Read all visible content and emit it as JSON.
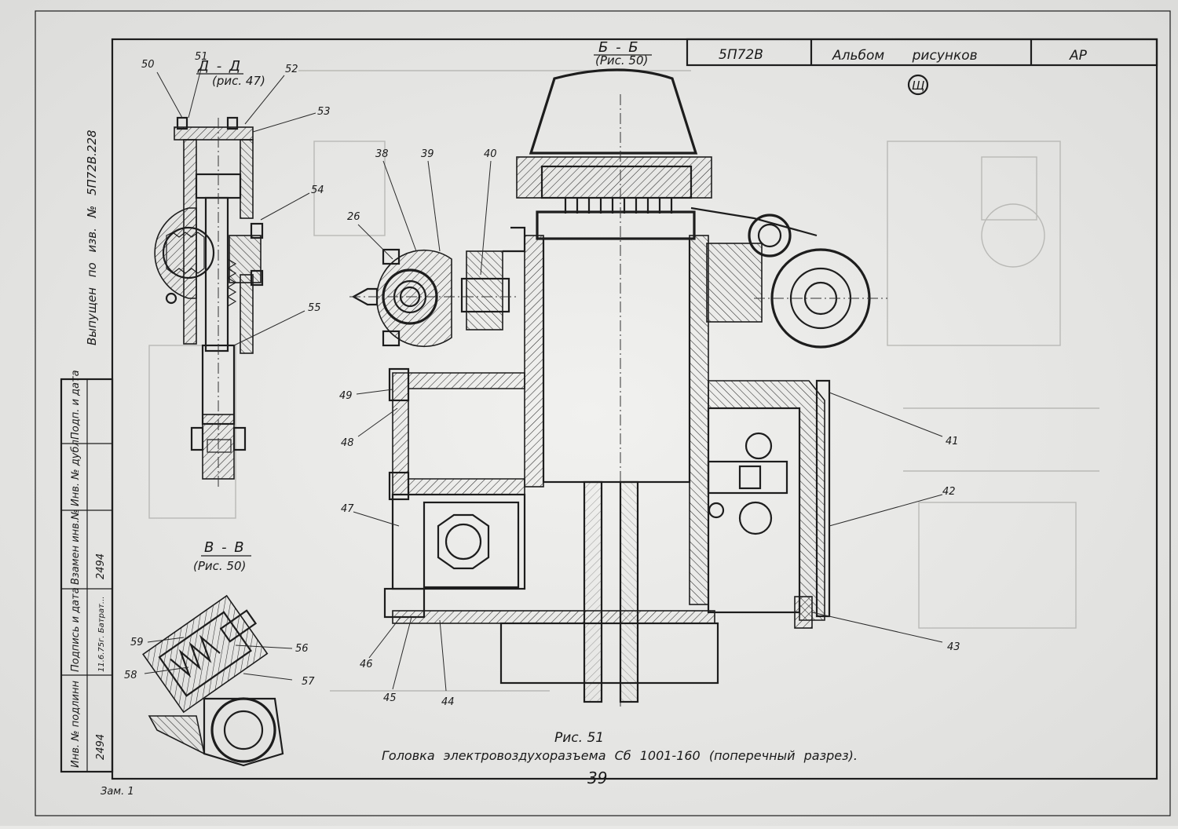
{
  "title_block": {
    "model": "5П72В",
    "album": "Альбом рисунков",
    "code": "АР",
    "stamp": "Щ"
  },
  "side_text": "Выпущен по изв. № 5П72В.228",
  "side_table": {
    "columns": [
      "Инв. № подлинн",
      "Подпись и дата",
      "Взамен инв.№",
      "Инв. № дубл.",
      "Подп. и дата"
    ],
    "values": [
      "2494",
      "11.6.75г. Батрат...",
      "2494",
      "",
      ""
    ]
  },
  "sections": {
    "dd": {
      "title": "Д - Д",
      "ref": "(рис. 47)"
    },
    "bb": {
      "title": "Б - Б",
      "ref": "(Рис. 50)"
    },
    "vv": {
      "title": "В - В",
      "ref": "(Рис. 50)"
    }
  },
  "callouts": [
    "26",
    "38",
    "39",
    "40",
    "41",
    "42",
    "43",
    "44",
    "45",
    "46",
    "47",
    "48",
    "49",
    "50",
    "51",
    "52",
    "53",
    "54",
    "55",
    "56",
    "57",
    "58",
    "59"
  ],
  "caption": {
    "figure": "Рис. 51",
    "text": "Головка электровоздухоразъема Сб 1001-160 (поперечный разрез)."
  },
  "page_number": "39",
  "revision": "Зам. 1"
}
